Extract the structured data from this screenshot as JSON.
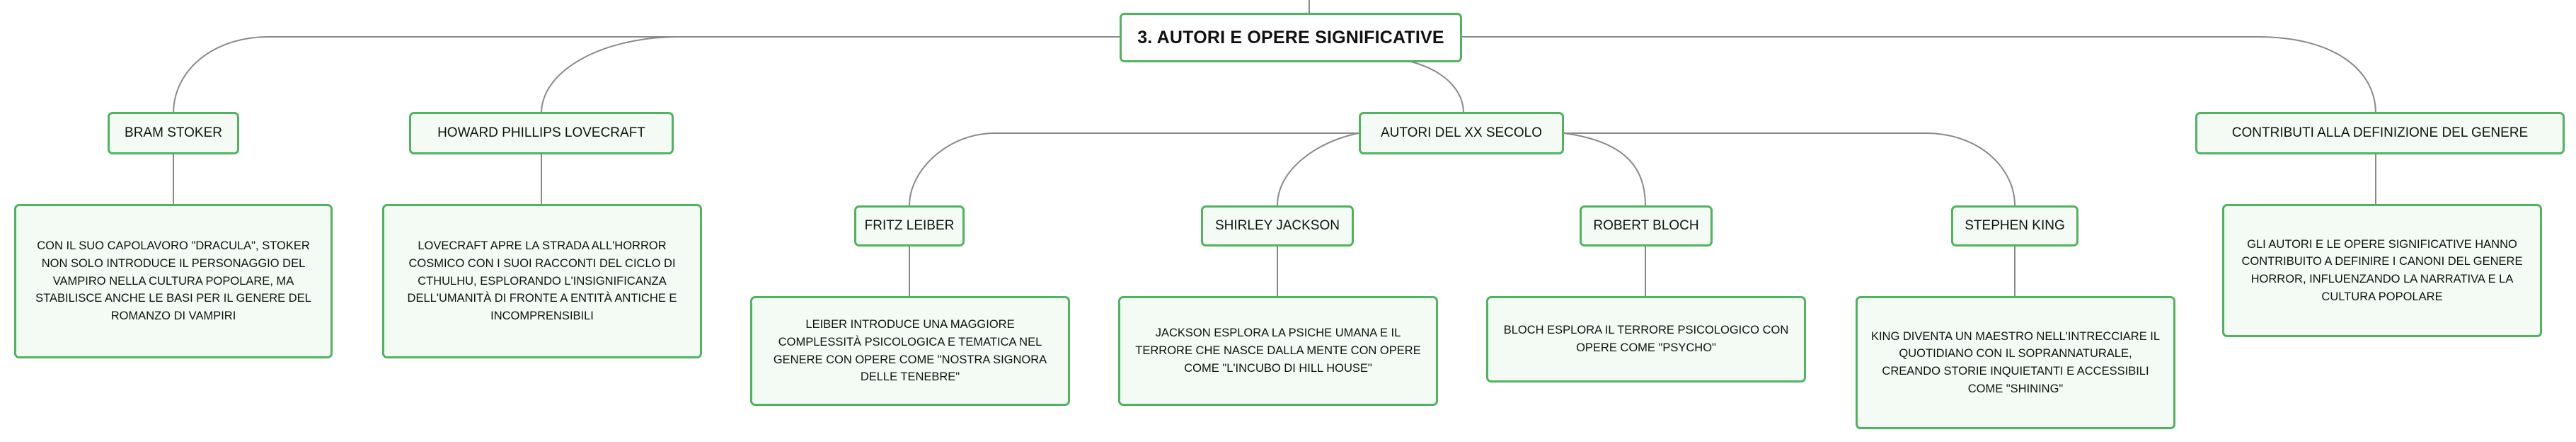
{
  "root": {
    "label": "3. AUTORI E OPERE SIGNIFICATIVE"
  },
  "branches": {
    "stoker": {
      "label": "BRAM STOKER",
      "desc": "CON IL SUO CAPOLAVORO \"DRACULA\", STOKER NON SOLO INTRODUCE IL PERSONAGGIO DEL VAMPIRO NELLA CULTURA POPOLARE, MA STABILISCE ANCHE LE BASI PER IL GENERE DEL ROMANZO DI VAMPIRI"
    },
    "lovecraft": {
      "label": "HOWARD PHILLIPS LOVECRAFT",
      "desc": "LOVECRAFT APRE LA STRADA ALL'HORROR COSMICO CON I SUOI RACCONTI DEL CICLO DI CTHULHU, ESPLORANDO L'INSIGNIFICANZA DELL'UMANITÀ DI FRONTE A ENTITÀ ANTICHE E INCOMPRENSIBILI"
    },
    "xx": {
      "label": "AUTORI DEL XX SECOLO"
    },
    "contributi": {
      "label": "CONTRIBUTI ALLA DEFINIZIONE DEL GENERE",
      "desc": "GLI AUTORI E LE OPERE SIGNIFICATIVE HANNO CONTRIBUITO A DEFINIRE I CANONI DEL GENERE HORROR, INFLUENZANDO LA NARRATIVA E LA CULTURA POPOLARE"
    }
  },
  "authors": {
    "leiber": {
      "label": "FRITZ LEIBER",
      "desc": "LEIBER INTRODUCE UNA MAGGIORE COMPLESSITÀ PSICOLOGICA E TEMATICA NEL GENERE CON OPERE COME \"NOSTRA SIGNORA DELLE TENEBRE\""
    },
    "jackson": {
      "label": "SHIRLEY JACKSON",
      "desc": "JACKSON ESPLORA LA PSICHE UMANA E IL TERRORE CHE NASCE DALLA MENTE CON OPERE COME \"L'INCUBO DI HILL HOUSE\""
    },
    "bloch": {
      "label": "ROBERT BLOCH",
      "desc": "BLOCH ESPLORA IL TERRORE PSICOLOGICO CON OPERE COME \"PSYCHO\""
    },
    "king": {
      "label": "STEPHEN KING",
      "desc": "KING DIVENTA UN MAESTRO NELL'INTRECCIARE IL QUOTIDIANO CON IL SOPRANNATURALE, CREANDO STORIE INQUIETANTI E ACCESSIBILI COME \"SHINING\""
    }
  },
  "colors": {
    "border": "#4fb35f",
    "fill": "#f3fbf4",
    "line": "#8a8a8a"
  }
}
